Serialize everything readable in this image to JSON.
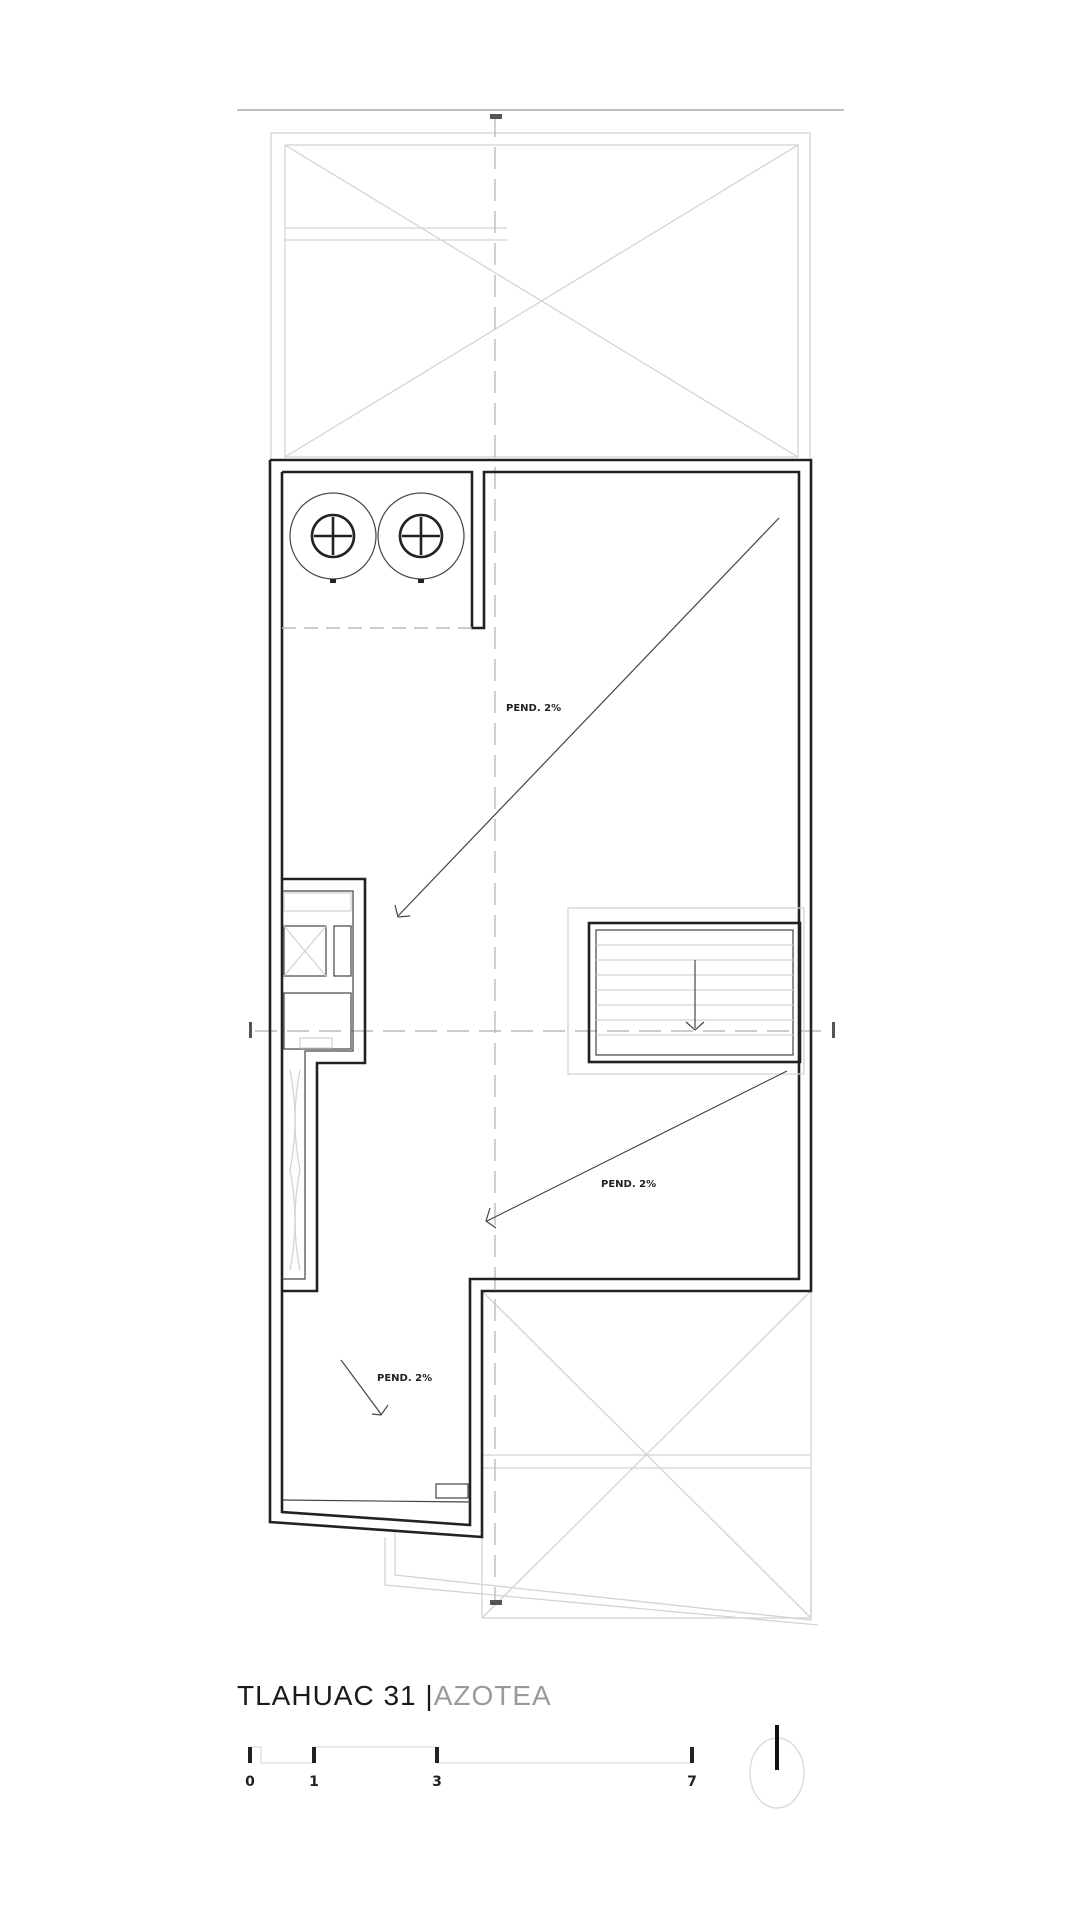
{
  "title": {
    "project": "TLAHUAC 31",
    "separator": "|",
    "level": "AZOTEA"
  },
  "slope_labels": [
    "PEND. 2%",
    "PEND. 2%",
    "PEND. 2%"
  ],
  "scale_bar": {
    "labels": [
      "0",
      "1",
      "3",
      "7"
    ]
  },
  "colors": {
    "wall": "#222222",
    "light": "#d4d4d4",
    "subtitle": "#9a9a9a"
  }
}
